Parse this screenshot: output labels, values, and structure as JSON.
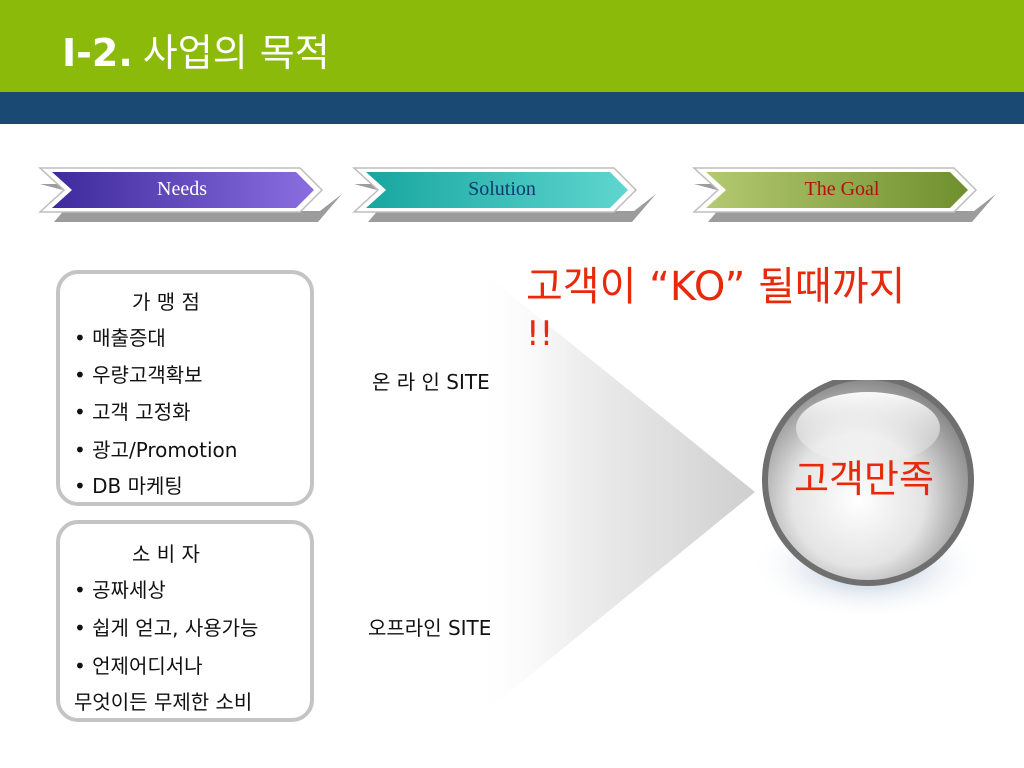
{
  "header": {
    "title_prefix": "I-2.",
    "title_text": "사업의 목적"
  },
  "chevrons": [
    {
      "label": "Needs",
      "fill_from": "#3d2a9c",
      "fill_to": "#8a6ee0",
      "text_color": "#ffffff"
    },
    {
      "label": "Solution",
      "fill_from": "#17a6a0",
      "fill_to": "#5fd6cf",
      "text_color": "#0f3a6e"
    },
    {
      "label": "The Goal",
      "fill_from": "#b4c970",
      "fill_to": "#6f8f2e",
      "text_color": "#b01010"
    }
  ],
  "franchise_box": {
    "heading": "가 맹 점",
    "items": [
      "• 매출증대",
      "• 우량고객확보",
      "• 고객 고정화",
      "• 광고/Promotion",
      "• DB 마케팅"
    ]
  },
  "consumer_box": {
    "heading": "소 비 자",
    "items": [
      "• 공짜세상",
      "• 쉽게 얻고, 사용가능",
      "• 언제어디서나",
      "무엇이든  무제한 소비"
    ]
  },
  "online_label": "온 라 인  SITE",
  "offline_label": "오프라인 SITE",
  "slogan_line1": "고객이 “KO” 될때까지",
  "slogan_line2": "!!",
  "goal_label": "고객만족",
  "colors": {
    "green": "#8cba0a",
    "navy": "#1a4974",
    "accent_red": "#e8290b"
  }
}
